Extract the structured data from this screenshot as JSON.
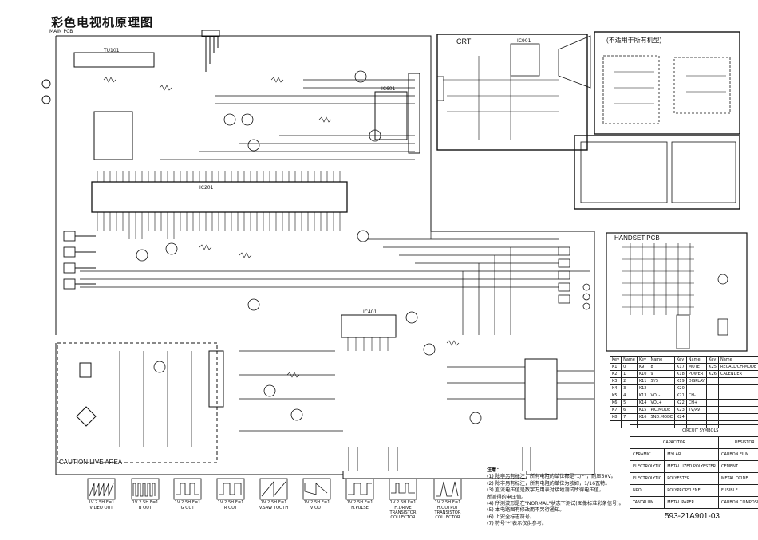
{
  "title": "彩色电视机原理图",
  "main_pcb_label": "MAIN PCB",
  "crt_label": "CRT",
  "optional_label": "(不适用于所有机型)",
  "handset_label": "HANDSET PCB",
  "caution_label": "CAUTION LIVE AREA",
  "doc_number": "593-21A901-03",
  "notes_header": "注意：",
  "notes": [
    "(1)   除非另有标注，所有电阻的单位都是\"1/F\"，耐压50V。",
    "(2)   除非另有标注，所有电阻的单位为欧姆，1/16瓦特。",
    "(3)   直流电压值是数字万用表对接地测试所得电压值，",
    "        所测得的电压值。",
    "(4)   所测波形是在\"NORMAL\"状态下测试(图像标准彩条信号)。",
    "(5)   本电路图有修改而不另行通知。",
    "(6)   上安全标志符号。",
    "(7)   符号\"*\"表示仅供参考。"
  ],
  "waveforms": [
    {
      "name": "VIDEO OUT",
      "scale": "1V   2.5H  F=1"
    },
    {
      "name": "B OUT",
      "scale": "1V   2.5H  F=1"
    },
    {
      "name": "G OUT",
      "scale": "1V   2.5H  F=1"
    },
    {
      "name": "R OUT",
      "scale": "1V   2.5H  F=1"
    },
    {
      "name": "V.SAW TOOTH",
      "scale": "1V   2.5H  F=1"
    },
    {
      "name": "V OUT",
      "scale": "1V   2.5H  F=1"
    },
    {
      "name": "H.PULSE",
      "scale": "1V   2.5H  F=1"
    },
    {
      "name": "H.DRIVE TRANSISTOR COLLECTOR",
      "scale": "1V   2.5H  F=1"
    },
    {
      "name": "H.OUTPUT TRANSISTOR COLLECTOR",
      "scale": "1V   2.5H  F=1"
    }
  ],
  "key_table": {
    "headers": [
      "Key",
      "Name",
      "Key",
      "Name",
      "Key",
      "Name",
      "Key",
      "Name"
    ],
    "rows": [
      [
        "K1",
        "0",
        "K9",
        "8",
        "K17",
        "MUTE",
        "K25",
        "RECALL/CH-MODE"
      ],
      [
        "K2",
        "1",
        "K10",
        "9",
        "K18",
        "POWER",
        "K26",
        "CALENDER"
      ],
      [
        "K3",
        "2",
        "K11",
        "SYS",
        "K19",
        "DISPLAY",
        "",
        " "
      ],
      [
        "K4",
        "3",
        "K12",
        "",
        "K20",
        "",
        "",
        ""
      ],
      [
        "K5",
        "4",
        "K13",
        "VOL-",
        "K21",
        "CH-",
        "",
        ""
      ],
      [
        "K6",
        "5",
        "K14",
        "VOL+",
        "K22",
        "CH+",
        "",
        ""
      ],
      [
        "K7",
        "6",
        "K15",
        "PIC.MODE",
        "K23",
        "TV/AV",
        "",
        ""
      ],
      [
        "K8",
        "7",
        "K16",
        "SND.MODE",
        "K24",
        "",
        "",
        " "
      ],
      [
        "",
        "",
        "",
        "",
        "",
        "",
        "",
        ""
      ]
    ]
  },
  "symbols": {
    "title": "CIRCUIT SYMBOLS",
    "capacitor_header": "CAPACITOR",
    "resistor_header": "RESISTOR",
    "rows": [
      [
        "CERAMIC",
        "MYLAR",
        "CARBON FILM"
      ],
      [
        "ELECTROLYTIC",
        "METALLIZED POLYESTER",
        "CEMENT"
      ],
      [
        "ELECTROLYTIC",
        "POLYESTER",
        "METAL OXIDE"
      ],
      [
        "NPO",
        "POLYPROPYLENE",
        "FUSIBLE"
      ],
      [
        "TANTALUM",
        "METAL PAPER",
        "CARBON COMPOSITION"
      ]
    ]
  },
  "ic_labels": {
    "main_ic": "IC201",
    "tuner": "TU101",
    "vert_ic": "IC401",
    "audio_ic": "IC601",
    "crt_ic": "IC901"
  }
}
